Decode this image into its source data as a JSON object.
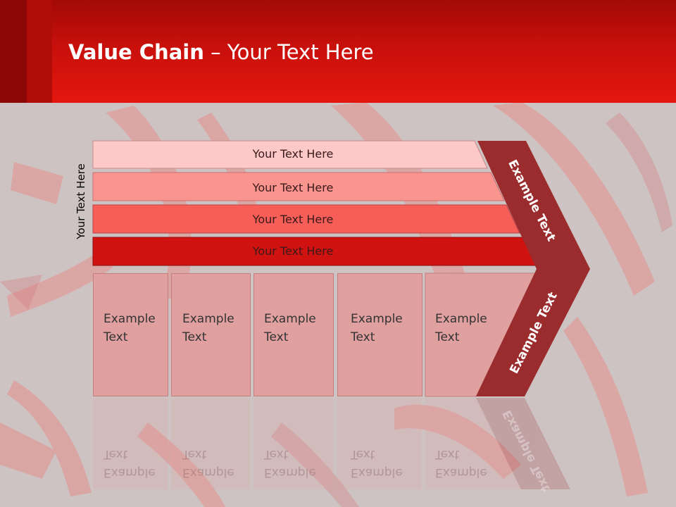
{
  "slide": {
    "title_bold": "Value Chain",
    "title_rest": " – Your Text Here",
    "side_label": "Your Text Here",
    "bars": [
      {
        "label": "Your Text Here",
        "color": "#fcc8c8"
      },
      {
        "label": "Your Text Here",
        "color": "#fa948f"
      },
      {
        "label": "Your Text Here",
        "color": "#f65e57"
      },
      {
        "label": "Your Text Here",
        "color": "#d01210"
      }
    ],
    "boxes": [
      {
        "line1": "Example",
        "line2": "Text"
      },
      {
        "line1": "Example",
        "line2": "Text"
      },
      {
        "line1": "Example",
        "line2": "Text"
      },
      {
        "line1": "Example",
        "line2": "Text"
      },
      {
        "line1": "Example",
        "line2": "Text"
      }
    ],
    "chevron_top_label": "Example Text",
    "chevron_bottom_label": "Example Text",
    "colors": {
      "header": "#c8100b",
      "chevron": "#9b2c2e",
      "box": "#e0a0a0"
    }
  }
}
